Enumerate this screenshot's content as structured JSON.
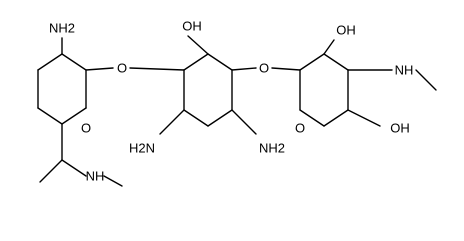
{
  "labels": {
    "amino_top_left": "NH2",
    "ring_oxygen_left": "O",
    "nh_methylamine_left": "NH",
    "glycosidic_oxygen_left": "O",
    "hydroxyl_center_top": "OH",
    "amino_center_left": "H2N",
    "amino_center_right": "NH2",
    "glycosidic_oxygen_right": "O",
    "hydroxyl_right_top": "OH",
    "nh_methylamine_right": "NH",
    "ring_oxygen_right": "O",
    "hydroxyl_right_bottom": "OH"
  }
}
